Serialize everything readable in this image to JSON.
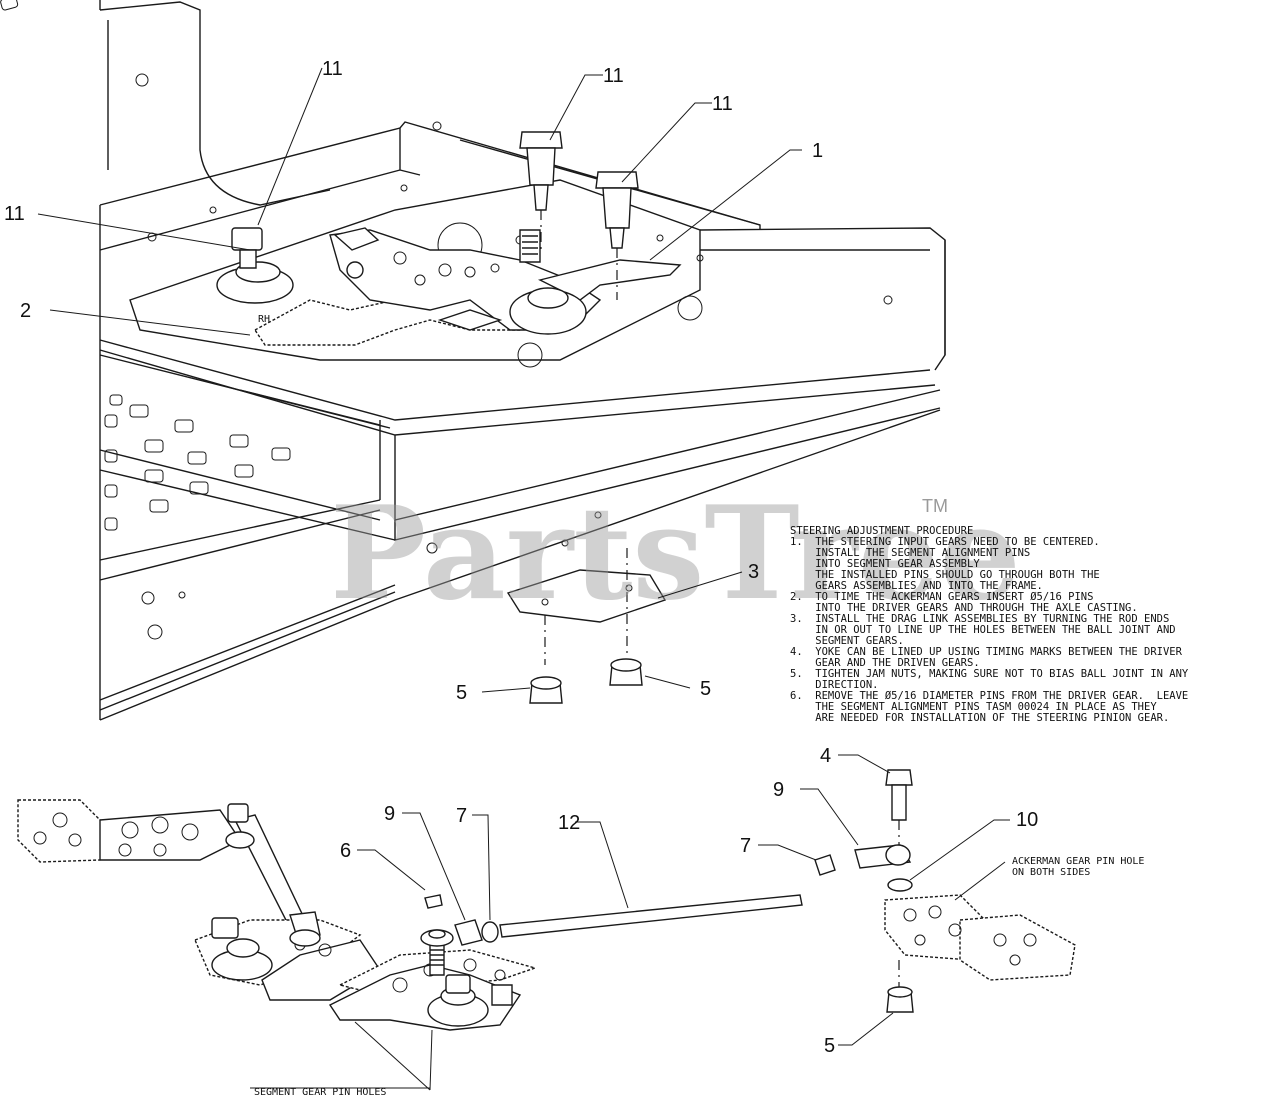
{
  "callouts": {
    "c11a": "11",
    "c11b": "11",
    "c11c": "11",
    "c11d": "11",
    "c1": "1",
    "c2": "2",
    "c3": "3",
    "c5a": "5",
    "c5b": "5",
    "c5c": "5",
    "c4": "4",
    "c9a": "9",
    "c9b": "9",
    "c10": "10",
    "c6": "6",
    "c7a": "7",
    "c7b": "7",
    "c12": "12"
  },
  "procedure": {
    "title": "STEERING ADJUSTMENT PROCEDURE",
    "lines": [
      "1.  THE STEERING INPUT GEARS NEED TO BE CENTERED.",
      "    INSTALL THE SEGMENT ALIGNMENT PINS",
      "    INTO SEGMENT GEAR ASSEMBLY",
      "    THE INSTALLED PINS SHOULD GO THROUGH BOTH THE",
      "    GEARS ASSEMBLIES AND INTO THE FRAME.",
      "2.  TO TIME THE ACKERMAN GEARS INSERT Ø5/16 PINS",
      "    INTO THE DRIVER GEARS AND THROUGH THE AXLE CASTING.",
      "3.  INSTALL THE DRAG LINK ASSEMBLIES BY TURNING THE ROD ENDS",
      "    IN OR OUT TO LINE UP THE HOLES BETWEEN THE BALL JOINT AND",
      "    SEGMENT GEARS.",
      "4.  YOKE CAN BE LINED UP USING TIMING MARKS BETWEEN THE DRIVER",
      "    GEAR AND THE DRIVEN GEARS.",
      "5.  TIGHTEN JAM NUTS, MAKING SURE NOT TO BIAS BALL JOINT IN ANY",
      "    DIRECTION.",
      "6.  REMOVE THE Ø5/16 DIAMETER PINS FROM THE DRIVER GEAR.  LEAVE",
      "    THE SEGMENT ALIGNMENT PINS TASM 00024 IN PLACE AS THEY",
      "    ARE NEEDED FOR INSTALLATION OF THE STEERING PINION GEAR."
    ]
  },
  "labels": {
    "ackerman_1": "ACKERMAN GEAR PIN HOLE",
    "ackerman_2": "ON BOTH SIDES",
    "segment_holes": "SEGMENT GEAR PIN HOLES",
    "rh": "RH"
  },
  "watermark": {
    "text": "PartsTree",
    "tm": "TM"
  }
}
